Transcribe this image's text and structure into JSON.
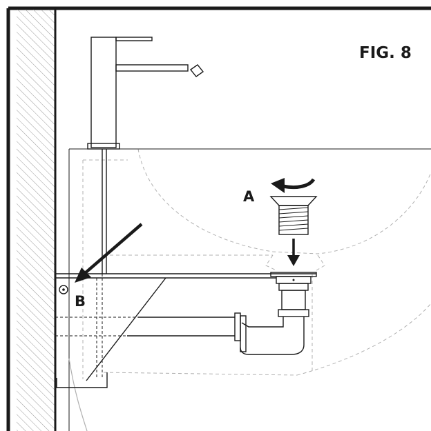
{
  "figure": {
    "title": "FIG. 8",
    "label_a": "A",
    "label_b": "B"
  },
  "colors": {
    "ink": "#1a1a1a",
    "hidden_lines": "#b0b0b0",
    "wall_hatch": "#9a9a9a",
    "background": "#ffffff"
  }
}
